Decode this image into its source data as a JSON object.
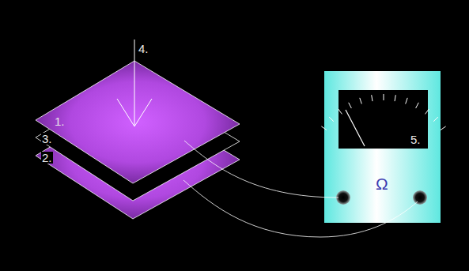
{
  "diagram": {
    "labels": [
      "1.",
      "3.",
      "2.",
      "4.",
      "5.",
      "Ω"
    ]
  }
}
